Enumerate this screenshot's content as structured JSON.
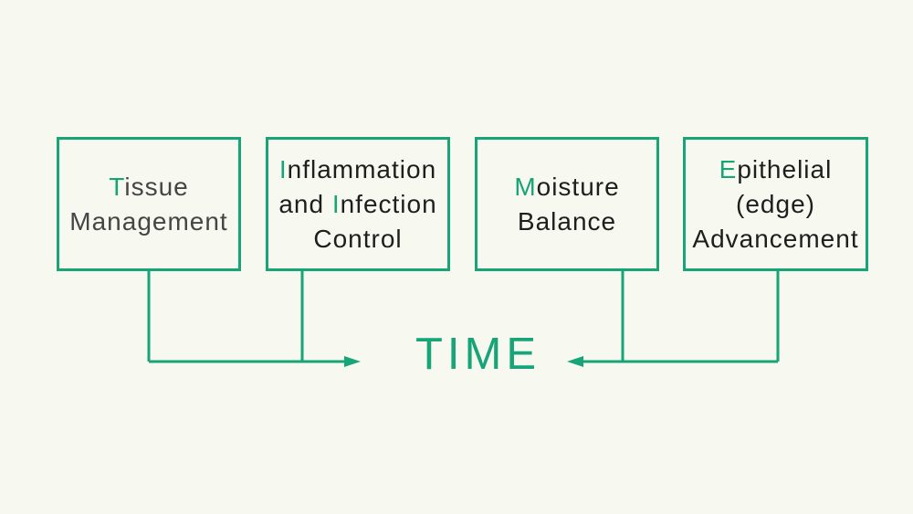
{
  "colors": {
    "accent": "#17a478",
    "background": "#f7f9f1",
    "box_text_dark": "#1e1e1e",
    "box_text_muted": "#454545"
  },
  "boxes": [
    {
      "name": "tissue-management",
      "text_color": "#454545",
      "full_text": "Tissue Management",
      "lines": [
        [
          {
            "t": "T",
            "accent": true
          },
          {
            "t": "issue"
          }
        ],
        [
          {
            "t": "Management"
          }
        ]
      ]
    },
    {
      "name": "inflammation-and-infection-control",
      "text_color": "#1e1e1e",
      "full_text": "Inflammation and Infection Control",
      "lines": [
        [
          {
            "t": "I",
            "accent": true
          },
          {
            "t": "nflammation"
          }
        ],
        [
          {
            "t": "and "
          },
          {
            "t": "I",
            "accent": true
          },
          {
            "t": "nfection"
          }
        ],
        [
          {
            "t": "Control"
          }
        ]
      ]
    },
    {
      "name": "moisture-balance",
      "text_color": "#1e1e1e",
      "full_text": "Moisture Balance",
      "lines": [
        [
          {
            "t": "M",
            "accent": true
          },
          {
            "t": "oisture"
          }
        ],
        [
          {
            "t": "Balance"
          }
        ]
      ]
    },
    {
      "name": "epithelial-edge-advancement",
      "text_color": "#1e1e1e",
      "full_text": "Epithelial (edge) Advancement",
      "lines": [
        [
          {
            "t": "E",
            "accent": true
          },
          {
            "t": "pithelial"
          }
        ],
        [
          {
            "t": "(edge)"
          }
        ],
        [
          {
            "t": "Advancement"
          }
        ]
      ]
    }
  ],
  "time_label": "TIME"
}
